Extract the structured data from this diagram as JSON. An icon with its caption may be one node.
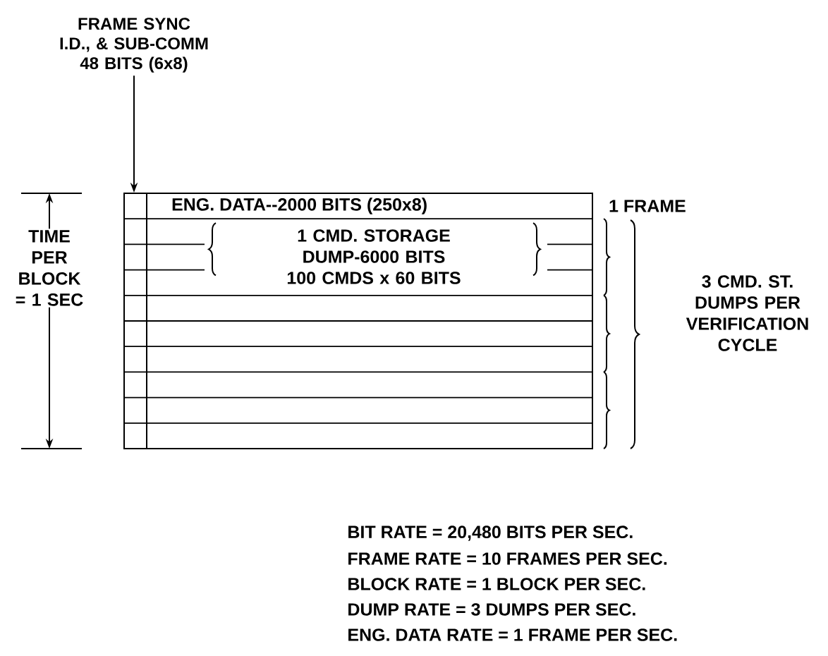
{
  "diagram": {
    "nodes": [
      {
        "text": [
          "FRAME SYNC I.D., & SUB-COMM 48 BITS (6x8)"
        ]
      },
      {
        "text": [],
        "shape": "box"
      }
    ],
    "edges": [
      {
        "from": 0,
        "to": 1,
        "arrow": "to"
      }
    ],
    "labels": [
      "ENG. DATA--2000 BITS (250x8)",
      "1 CMD. STORAGE DUMP-6000 BITS 100 CMDS x 60 BITS",
      "1 FRAME",
      "TIME PER BLOCK = 1 SEC",
      "3 CMD. ST. DUMPS PER VERIFICATION CYCLE",
      "BIT RATE = 20,480 BITS PER SEC.",
      "FRAME RATE = 10 FRAMES PER SEC.",
      "BLOCK RATE = 1 BLOCK PER SEC.",
      "DUMP RATE = 3 DUMPS PER SEC.",
      "ENG. DATA RATE = 1 FRAME PER SEC."
    ]
  }
}
